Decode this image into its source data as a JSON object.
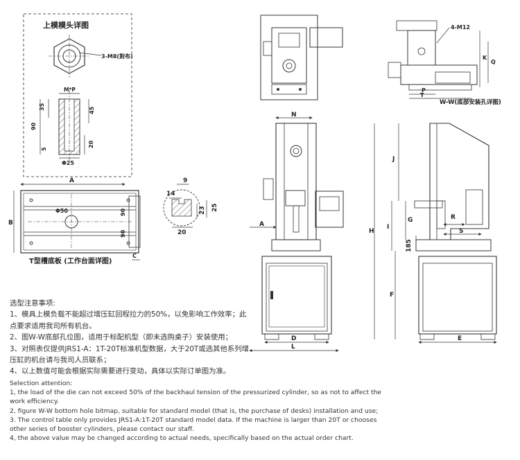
{
  "die_head": {
    "title": "上模模头详图",
    "callout": "3-M8(對布)",
    "dims": [
      "M*P",
      "35",
      "45",
      "90",
      "20",
      "5",
      "Φ25"
    ]
  },
  "t_slot_table": {
    "top_dim": "A",
    "side_dim": "B",
    "bore_dim": "Φ50",
    "right_dims": [
      "90",
      "90",
      "C"
    ],
    "caption": "T型槽底板 (工作台面详图)"
  },
  "t_slot_section": {
    "dims": [
      "9",
      "14",
      "25",
      "23",
      "20"
    ]
  },
  "base_view": {
    "callout": "4-M12",
    "dims": [
      "K",
      "Q",
      "P",
      "T"
    ],
    "caption": "W-W(底部安装孔详图)"
  },
  "front_view": {
    "dims": [
      "N",
      "A",
      "185",
      "D",
      "L"
    ]
  },
  "side_view": {
    "dims": [
      "J",
      "H",
      "G",
      "I",
      "R",
      "S",
      "F",
      "E"
    ]
  },
  "notes_cn": {
    "heading": "选型注意事项:",
    "items": [
      "1、模具上模负载不能超过增压缸回程拉力的50%，以免影响工作效率；此点要求适用我司所有机台。",
      "2、图W-W底部孔位图，适用于标配机型（即未选购桌子）安装使用；",
      "3、对照表仅提供JRS1-A：1T-20T标准机型数据，大于20T或选其他系列增压缸的机台请与我司人员联系；",
      "4、以上数值可能会根据实际需要进行变动，具体以实际订单图为准。"
    ]
  },
  "notes_en": {
    "heading": "Selection attention:",
    "items": [
      "1, the load of the die can not exceed 50% of the backhaul tension of the pressurized cylinder, so as not to affect the work efficiency.",
      "2, figure W-W bottom hole bitmap, suitable for standard model (that is, the purchase of desks) installation and use;",
      "3. The control table only provides JRS1-A:1T-20T standard model data. If the machine is larger than 20T or chooses other series of booster cylinders, please contact our staff.",
      "4, the above value may be changed according to actual needs, specifically based on the actual order chart."
    ]
  },
  "colors": {
    "line": "#333333",
    "hatch": "#777777",
    "frame": "#555555"
  }
}
